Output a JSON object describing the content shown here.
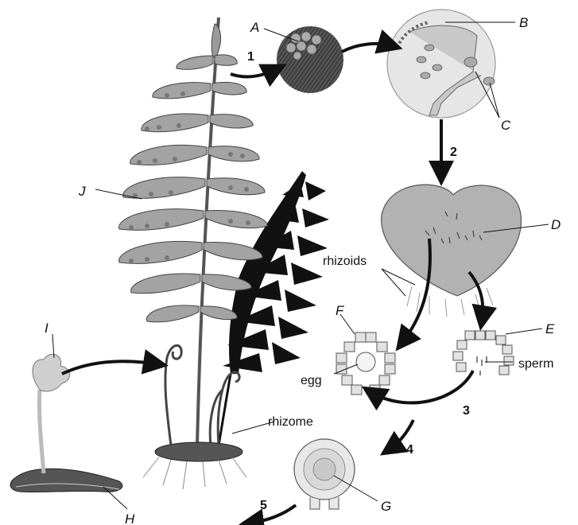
{
  "labels": {
    "A": "A",
    "B": "B",
    "C": "C",
    "D": "D",
    "E": "E",
    "F": "F",
    "G": "G",
    "H": "H",
    "I": "I",
    "J": "J"
  },
  "terms": {
    "rhizoids": "rhizoids",
    "egg": "egg",
    "sperm": "sperm",
    "rhizome": "rhizome"
  },
  "steps": [
    "1",
    "2",
    "3",
    "4",
    "5"
  ]
}
